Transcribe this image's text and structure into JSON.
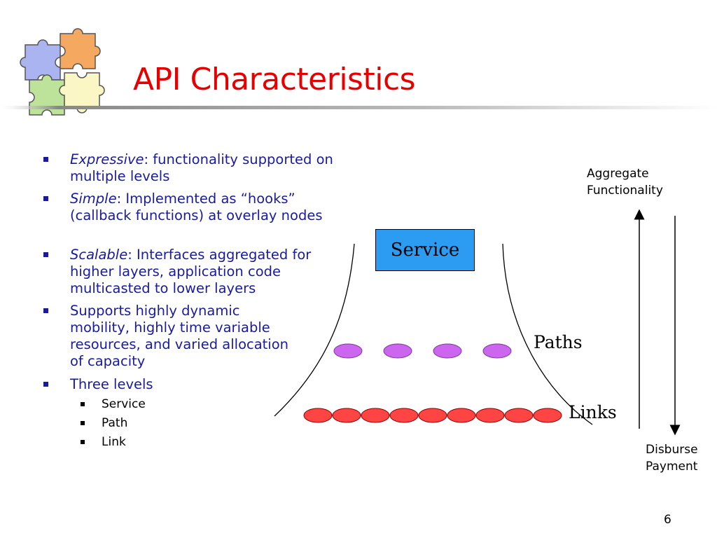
{
  "slide": {
    "title": "API Characteristics",
    "page_number": "6"
  },
  "bullets": [
    {
      "emph": "Expressive",
      "text": ": functionality supported on multiple levels"
    },
    {
      "emph": "Simple",
      "text": ": Implemented as “hooks” (callback functions) at overlay nodes"
    },
    {
      "emph": "Scalable",
      "text": ": Interfaces aggregated for higher layers, application code multicasted  to lower layers"
    },
    {
      "emph": "",
      "text": "Supports highly dynamic mobility, highly time variable resources, and varied allocation of capacity"
    },
    {
      "emph": "",
      "text": "Three levels"
    }
  ],
  "sub_bullets": [
    "Service",
    "Path",
    "Link"
  ],
  "diagram": {
    "service_label": "Service",
    "paths_label": "Paths",
    "links_label": "Links",
    "up_arrow_label_line1": "Aggregate",
    "up_arrow_label_line2": "Functionality",
    "down_arrow_label_line1": "Disburse",
    "down_arrow_label_line2": "Payment",
    "path_node_count": 4,
    "link_node_count": 9,
    "colors": {
      "service_box": "#2b9cf2",
      "path_nodes": "#cc66ee",
      "link_nodes": "#ff4444",
      "title": "#e60000",
      "bullet_text": "#1a1aa0"
    }
  },
  "logo": {
    "icon": "puzzle-pieces-icon",
    "colors": [
      "#aab4f0",
      "#f5a860",
      "#bde39a",
      "#fbf7c4"
    ]
  }
}
